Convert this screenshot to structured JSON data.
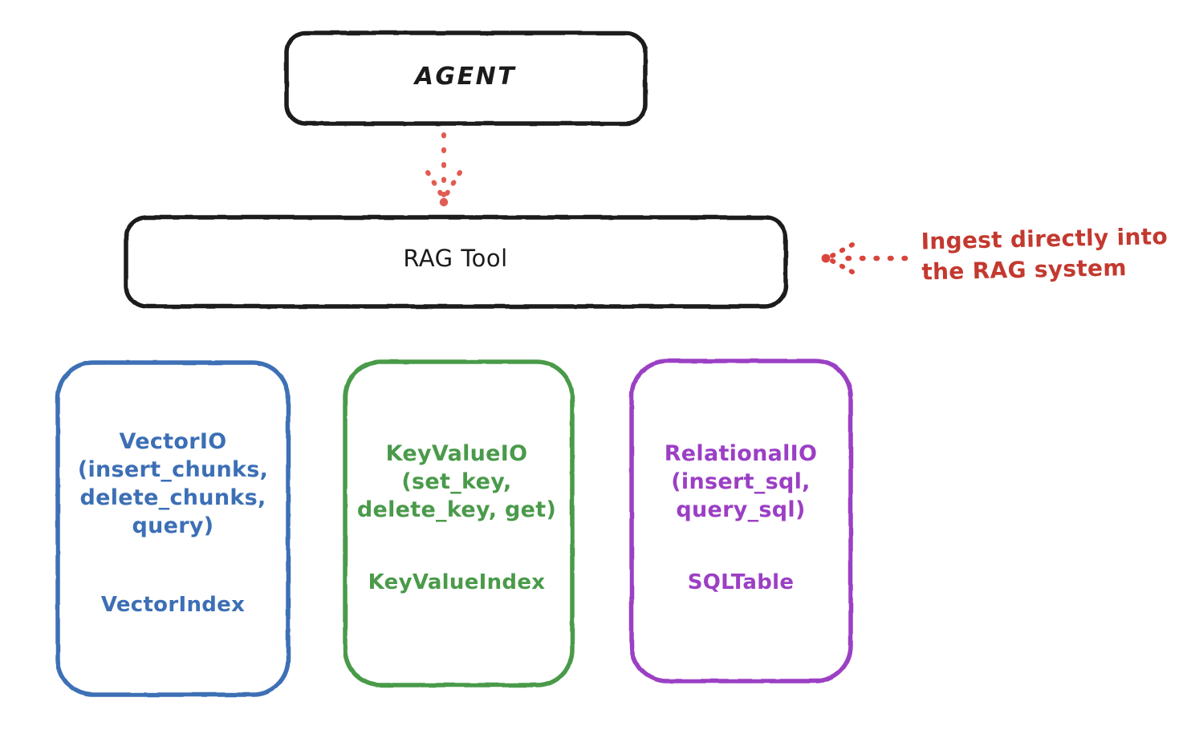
{
  "diagram": {
    "title_node": {
      "label": "AGENT"
    },
    "tool_node": {
      "label": "RAG Tool"
    },
    "annotation": {
      "text": "Ingest directly into\nthe RAG system",
      "color": "#c3392f"
    },
    "arrows": [
      {
        "name": "agent-to-rag-arrow",
        "style": "dotted",
        "direction": "down",
        "color": "#e05c52"
      },
      {
        "name": "ingest-arrow",
        "style": "dotted",
        "direction": "left",
        "color": "#d9453c"
      }
    ],
    "stores": [
      {
        "id": "vector",
        "interface": "VectorIO\n(insert_chunks,\ndelete_chunks,\nquery)",
        "index": "VectorIndex",
        "color": "#3c6fb5"
      },
      {
        "id": "keyvalue",
        "interface": "KeyValueIO\n(set_key,\ndelete_key, get)",
        "index": "KeyValueIndex",
        "color": "#4a9a4a"
      },
      {
        "id": "relational",
        "interface": "RelationalIO\n(insert_sql,\nquery_sql)",
        "index": "SQLTable",
        "color": "#9b3fc4"
      }
    ],
    "colors": {
      "stroke_black": "#1b1b1b",
      "background": "#ffffff"
    }
  }
}
